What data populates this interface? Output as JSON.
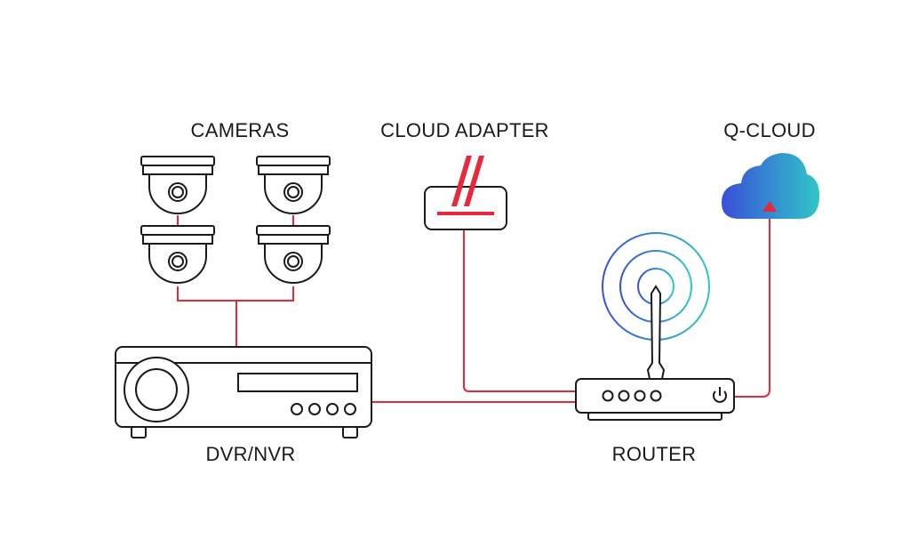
{
  "labels": {
    "cameras": "CAMERAS",
    "cloud_adapter": "CLOUD ADAPTER",
    "q_cloud": "Q-CLOUD",
    "dvr_nvr": "DVR/NVR",
    "router": "ROUTER"
  },
  "colors": {
    "stroke": "#1a1a1a",
    "cable": "#e8283c",
    "cloud_gradient_start": "#3a4fd8",
    "cloud_gradient_end": "#2fc6c8",
    "wifi_gradient_start": "#3a4fd8",
    "wifi_gradient_end": "#2fc6c8"
  },
  "icons": {
    "cameras": "dome-camera-icon",
    "cloud_adapter": "cloud-adapter-icon",
    "q_cloud": "cloud-icon",
    "dvr": "dvr-recorder-icon",
    "router": "wifi-router-icon"
  }
}
